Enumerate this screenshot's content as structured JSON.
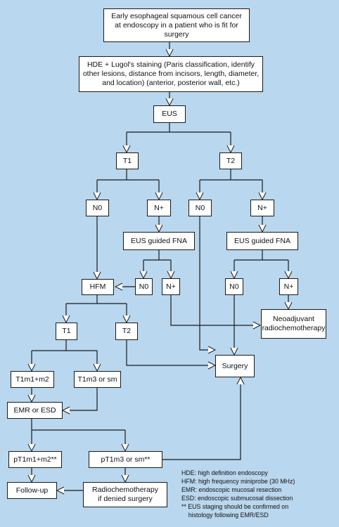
{
  "nodes": {
    "start": "Early esophageal squamous cell cancer\nat endoscopy in a patient who is fit for surgery",
    "hde": "HDE + Lugol's staining (Paris classification, identify\nother lesions, distance from incisors, length, diameter,\nand location) (anterior, posterior wall, etc.)",
    "eus": "EUS",
    "t1_top": "T1",
    "t2_top": "T2",
    "n0_left": "N0",
    "nplus_left": "N+",
    "n0_right": "N0",
    "nplus_right": "N+",
    "fna_left": "EUS guided FNA",
    "fna_right": "EUS guided FNA",
    "hfm": "HFM",
    "fna_left_n0": "N0",
    "fna_left_nplus": "N+",
    "fna_right_n0": "N0",
    "fna_right_nplus": "N+",
    "neoadjuvant": "Neoadjuvant\nradiochemotherapy",
    "hfm_t1": "T1",
    "hfm_t2": "T2",
    "surgery": "Surgery",
    "t1m1m2": "T1m1+m2",
    "t1m3sm": "T1m3 or sm",
    "emr_esd": "EMR or ESD",
    "pt1m1m2": "pT1m1+m2**",
    "pt1m3sm": "pT1m3 or sm**",
    "followup": "Follow-up",
    "radiochemo": "Radiochemotherapy\nif denied surgery"
  },
  "legend": [
    "HDE: high definition endoscopy",
    "HFM: high frequency miniprobe (30 MHz)",
    "EMR: endoscopic mucosal resection",
    "ESD: endoscopic submucosal dissection",
    "** EUS staging should be confirmed on",
    "    histology following EMR/ESD"
  ],
  "colors": {
    "background": "#b9d7ee",
    "box_fill": "#ffffff",
    "line": "#1a1a1a"
  }
}
